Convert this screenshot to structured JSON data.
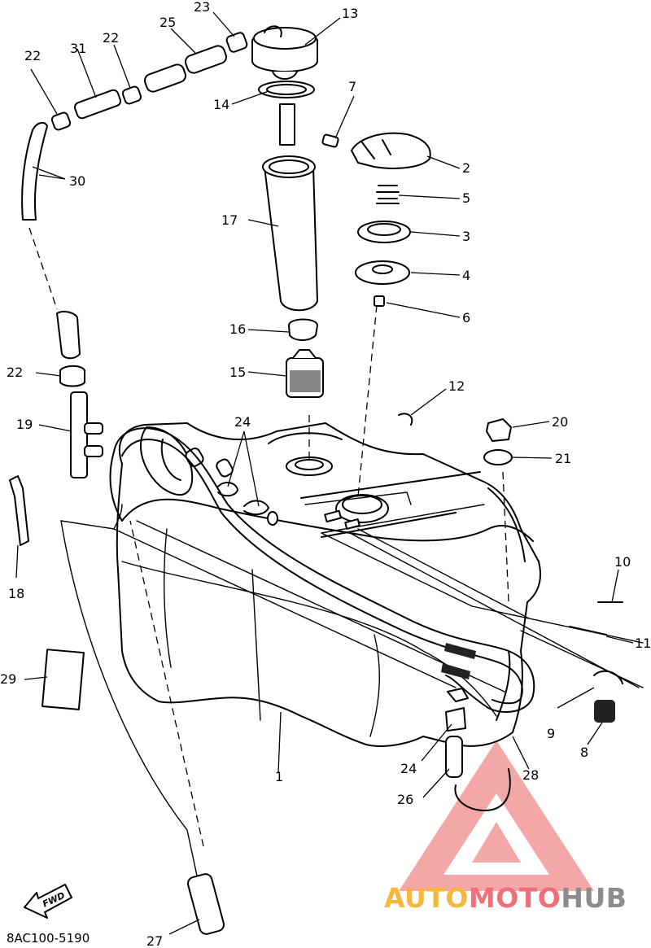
{
  "diagram_code": "8AC100-5190",
  "fwd_label": "FWD",
  "watermark": {
    "part1": "AUTO",
    "part2": "MOTO",
    "part3": "HUB",
    "color_1": "#f5b73c",
    "color_2": "#f0707a",
    "color_3": "#8c8c8c"
  },
  "labels": {
    "n1": "1",
    "n2": "2",
    "n3": "3",
    "n4": "4",
    "n5": "5",
    "n6": "6",
    "n7": "7",
    "n8": "8",
    "n9": "9",
    "n10": "10",
    "n11": "11",
    "n12": "12",
    "n13": "13",
    "n14": "14",
    "n15": "15",
    "n16": "16",
    "n17": "17",
    "n18": "18",
    "n19": "19",
    "n20": "20",
    "n21": "21",
    "n22a": "22",
    "n22b": "22",
    "n22c": "22",
    "n23": "23",
    "n24a": "24",
    "n24b": "24",
    "n25": "25",
    "n26": "26",
    "n27": "27",
    "n28": "28",
    "n29": "29",
    "n30": "30",
    "n31": "31"
  }
}
